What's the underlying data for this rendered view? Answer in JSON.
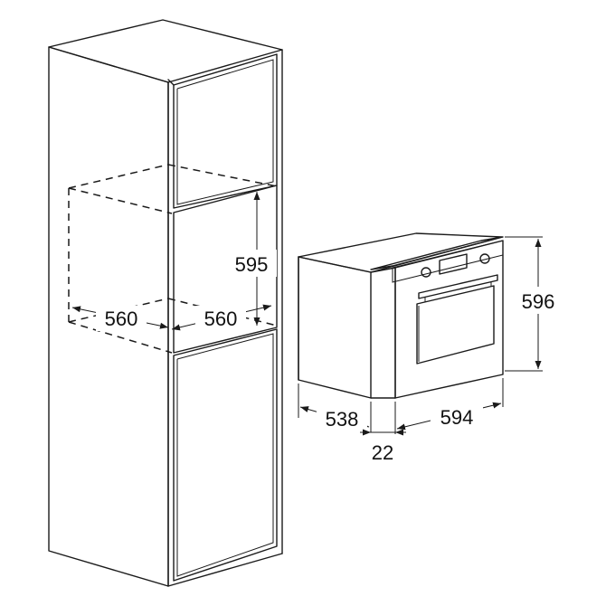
{
  "dimensions": {
    "niche_width": "560",
    "niche_depth": "560",
    "niche_height": "595",
    "oven_height": "596",
    "oven_depth": "538",
    "oven_width": "594",
    "front_thickness": "22"
  },
  "icons": {
    "dim_arrow": "filled-arrowhead"
  }
}
